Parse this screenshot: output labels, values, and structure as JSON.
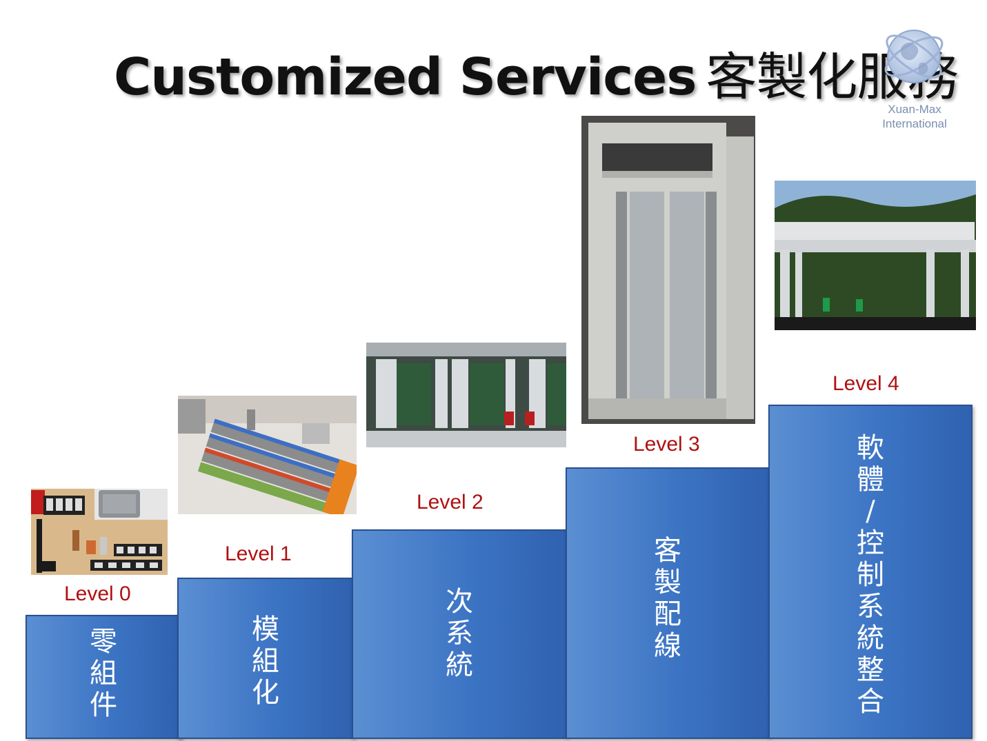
{
  "title": {
    "en": "Customized Services",
    "zh": "客製化服務"
  },
  "logo": {
    "line1": "Xuan-Max",
    "line2": "International"
  },
  "levels": [
    {
      "label": "Level 0",
      "chars": [
        "零",
        "組",
        "件"
      ]
    },
    {
      "label": "Level 1",
      "chars": [
        "模",
        "組",
        "化"
      ]
    },
    {
      "label": "Level 2",
      "chars": [
        "次",
        "系",
        "統"
      ]
    },
    {
      "label": "Level 3",
      "chars": [
        "客",
        "製",
        "配",
        "線"
      ]
    },
    {
      "label": "Level 4",
      "chars": [
        "軟",
        "體",
        "/",
        "控",
        "制",
        "系",
        "統",
        "整",
        "合"
      ]
    }
  ],
  "photos": [
    {
      "icon": "components-photo"
    },
    {
      "icon": "terminal-blocks-photo"
    },
    {
      "icon": "rack-chassis-photo"
    },
    {
      "icon": "wiring-cabinet-photo"
    },
    {
      "icon": "gantry-system-photo"
    }
  ]
}
